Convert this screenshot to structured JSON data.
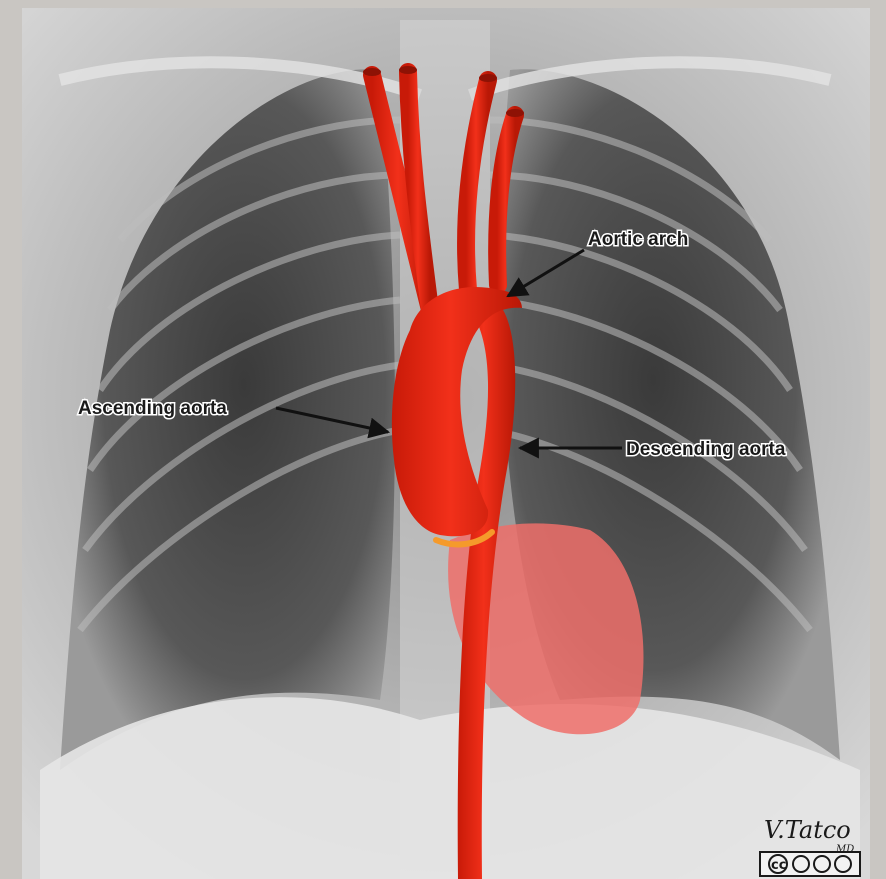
{
  "labels": {
    "aortic_arch": "Aortic arch",
    "ascending_aorta": "Ascending aorta",
    "descending_aorta": "Descending aorta"
  },
  "signature": {
    "name": "V.Tatco",
    "suffix": "MD"
  },
  "license_badge": "cc",
  "colors": {
    "aorta": "#e8230f",
    "heart_overlay": "#ef6f6a",
    "label_text": "#1a1a1a"
  }
}
